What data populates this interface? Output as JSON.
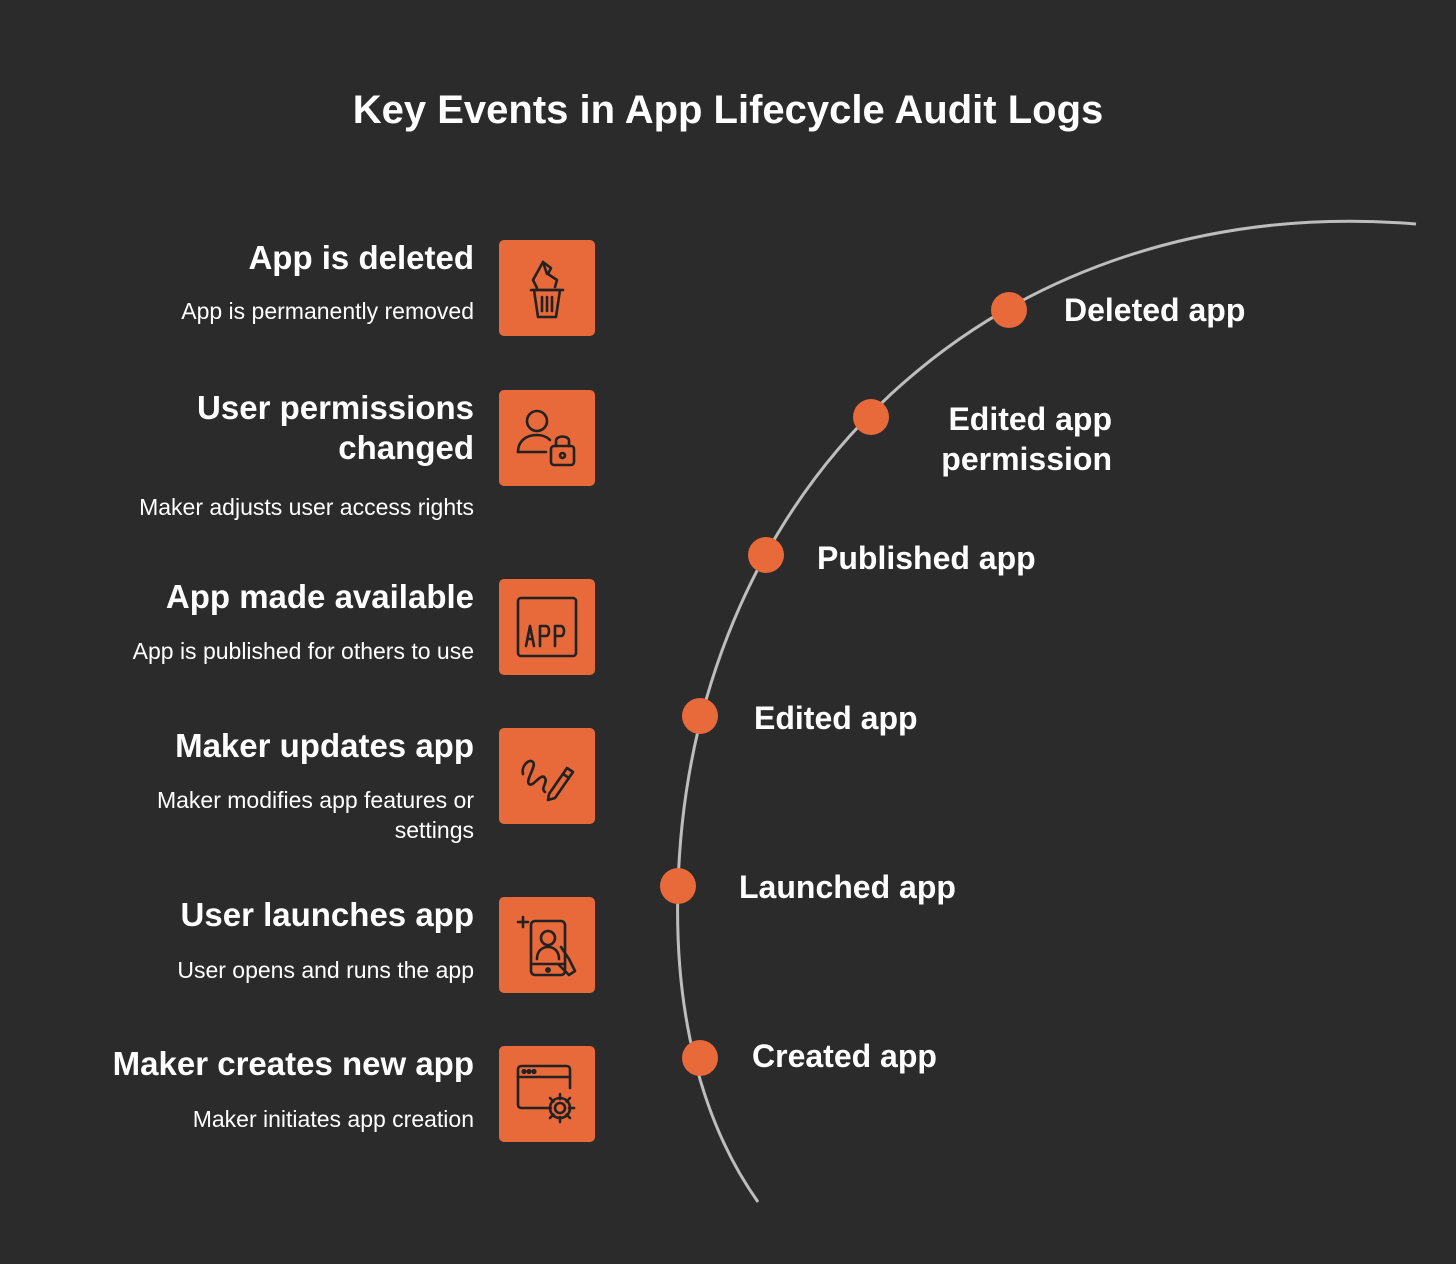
{
  "title": "Key Events in App Lifecycle Audit Logs",
  "events": [
    {
      "title": "App is deleted",
      "desc": "App is permanently removed",
      "icon": "trash-icon"
    },
    {
      "title": "User permissions changed",
      "desc": "Maker adjusts user access rights",
      "icon": "user-lock-icon"
    },
    {
      "title": "App made available",
      "desc": "App is published for others to use",
      "icon": "app-badge-icon"
    },
    {
      "title": "Maker updates app",
      "desc": "Maker modifies app features or settings",
      "icon": "pencil-scribble-icon"
    },
    {
      "title": "User launches app",
      "desc": "User opens and runs the app",
      "icon": "phone-touch-icon"
    },
    {
      "title": "Maker creates new app",
      "desc": "Maker initiates app creation",
      "icon": "window-gear-icon"
    }
  ],
  "milestones": [
    {
      "label": "Deleted app"
    },
    {
      "label": "Edited app permission"
    },
    {
      "label": "Published app"
    },
    {
      "label": "Edited app"
    },
    {
      "label": "Launched app"
    },
    {
      "label": "Created app"
    }
  ],
  "colors": {
    "background": "#2b2b2b",
    "accent": "#e8693a",
    "curve": "#bdbdbd",
    "text": "#ffffff",
    "icon_stroke": "#222222"
  }
}
